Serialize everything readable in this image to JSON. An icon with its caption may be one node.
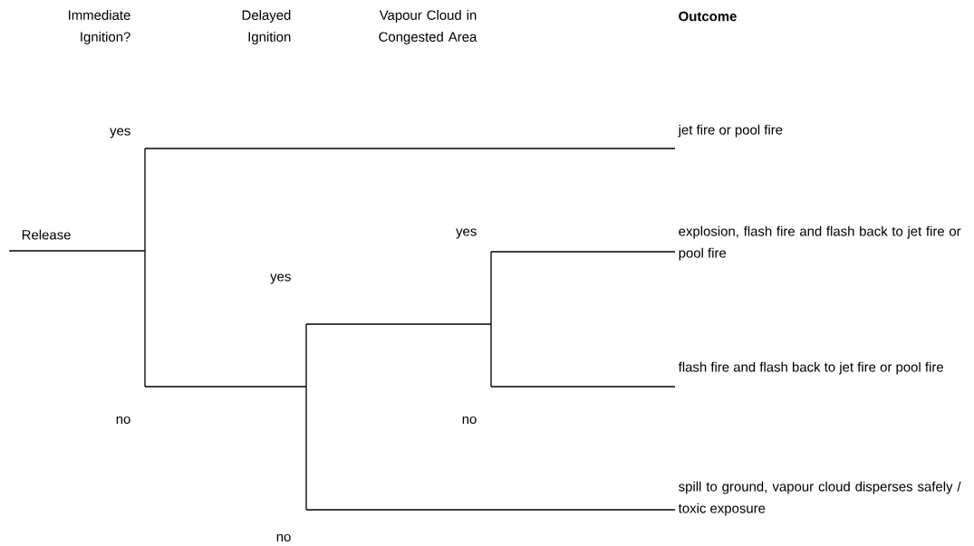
{
  "diagram": {
    "nodes": [
      {
        "text": [
          "Release"
        ]
      },
      {
        "text": [
          "jet fire or pool fire"
        ]
      },
      {
        "text": [
          "explosion, flash fire and flash back to jet fire or pool fire"
        ]
      },
      {
        "text": [
          "flash fire and flash back to jet fire or pool fire"
        ]
      },
      {
        "text": [
          "spill to ground, vapour cloud disperses safely / toxic exposure"
        ]
      }
    ],
    "edges": [
      {
        "from": 0,
        "to": 1,
        "arrow": "none"
      },
      {
        "from": 0,
        "to": 2,
        "arrow": "none"
      },
      {
        "from": 0,
        "to": 3,
        "arrow": "none"
      },
      {
        "from": 0,
        "to": 4,
        "arrow": "none"
      }
    ],
    "labels": [
      "Immediate Ignition?",
      "Delayed Ignition",
      "Vapour Cloud in Congested Area",
      "Outcome",
      "yes",
      "yes",
      "yes",
      "no",
      "no",
      "no"
    ]
  }
}
